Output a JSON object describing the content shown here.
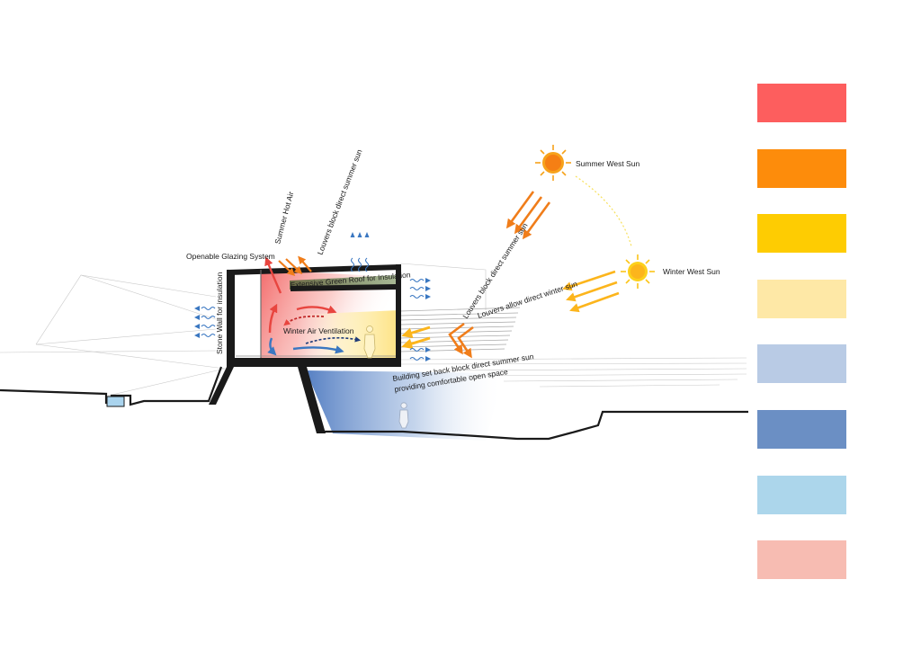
{
  "labels": {
    "summer_sun": "Summer West Sun",
    "winter_sun": "Winter West Sun",
    "openable_glazing": "Openable Glazing System",
    "summer_hot_air": "Summer Hot Air",
    "louvers_top": "Louvers block direct summer sun",
    "green_roof": "Extensive Green Roof for Insulation",
    "louvers_mid": "Louvers block direct summer sun",
    "louvers_winter": "Louvers allow direct winter sun",
    "stone_wall": "Stone Wall for insulation",
    "winter_ventilation": "Winter Air Ventilation",
    "setback_line1": "Building set back block direct summer sun",
    "setback_line2": "providing comfortable open space"
  },
  "icons": {
    "sun": "sun-icon",
    "person": "person-icon",
    "airflow": "wavy-arrow-icon"
  },
  "legend": {
    "swatches": [
      {
        "color": "#fd5e5e"
      },
      {
        "color": "#fd8c0b"
      },
      {
        "color": "#fecc02"
      },
      {
        "color": "#fee8a6"
      },
      {
        "color": "#b9cbe5"
      },
      {
        "color": "#6b8fc4"
      },
      {
        "color": "#acd6eb"
      },
      {
        "color": "#f7bcb2"
      }
    ]
  },
  "colors": {
    "hot": "#f05a5a",
    "sun_arrow": "#f07d1a",
    "winter_arrow": "#fcb51c",
    "cool": "#3a77c1",
    "structure": "#1a1a1a"
  }
}
